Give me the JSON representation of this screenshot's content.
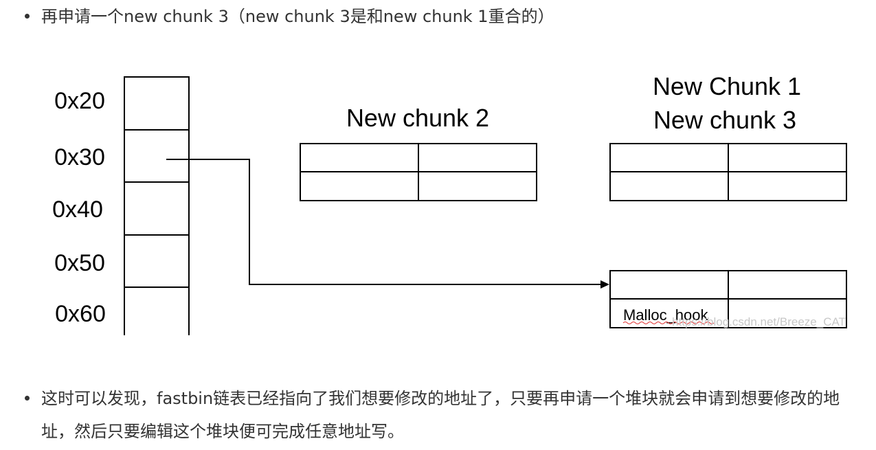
{
  "bullets": [
    {
      "text": "再申请一个new chunk 3（new chunk 3是和new chunk 1重合的）"
    },
    {
      "text": "这时可以发现，fastbin链表已经指向了我们想要修改的地址了，只要再申请一个堆块就会申请到想要修改的地址，然后只要编辑这个堆块便可完成任意地址写。"
    }
  ],
  "diagram": {
    "fastbin_labels": [
      "0x20",
      "0x30",
      "0x40",
      "0x50",
      "0x60"
    ],
    "chunk2_label": "New chunk 2",
    "chunk1_label": "New Chunk 1",
    "chunk3_label": "New chunk 3",
    "target_label": "Malloc_hook",
    "watermark": "https://blog.csdn.net/Breeze_CAT"
  }
}
